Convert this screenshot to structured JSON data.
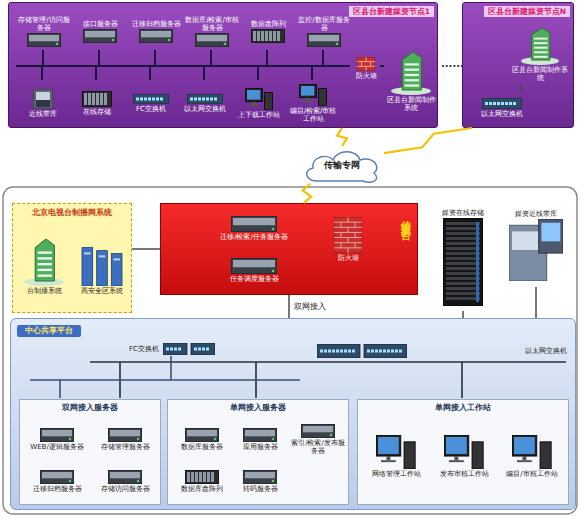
{
  "diagram": {
    "nodes": [
      {
        "text": [
          "区县台新建媒资节点1"
        ]
      },
      {
        "text": [
          "存储管理/访问服务器"
        ],
        "in": 0
      },
      {
        "text": [
          "接口服务器"
        ],
        "in": 0
      },
      {
        "text": [
          "迁移归档服务器"
        ],
        "in": 0
      },
      {
        "text": [
          "数据库/检索/审核服务器"
        ],
        "in": 0
      },
      {
        "text": [
          "数据盘阵列"
        ],
        "in": 0
      },
      {
        "text": [
          "监控/数据库服务器"
        ],
        "in": 0
      },
      {
        "text": [
          "防火墙"
        ],
        "in": 0
      },
      {
        "text": [
          "区县台新闻制作系统"
        ],
        "in": 0
      },
      {
        "text": [
          "近线带库"
        ],
        "in": 0
      },
      {
        "text": [
          "在线存储"
        ],
        "in": 0
      },
      {
        "text": [
          "FC交换机"
        ],
        "in": 0
      },
      {
        "text": [
          "以太网交换机"
        ],
        "in": 0
      },
      {
        "text": [
          "上下载工作站"
        ],
        "in": 0
      },
      {
        "text": [
          "编目/检索/审核工作站"
        ],
        "in": 0
      },
      {
        "text": [
          "区县台新建媒资节点N"
        ]
      },
      {
        "text": [
          "区县台新闻制作系统"
        ],
        "in": 15
      },
      {
        "text": [
          "以太网交换机"
        ],
        "in": 15
      },
      {
        "text": [
          "传输专网"
        ]
      },
      {
        "text": [
          "北京电视台制播网系统"
        ]
      },
      {
        "text": [
          "台制播系统"
        ],
        "in": 19
      },
      {
        "text": [
          "高安全区系统"
        ],
        "in": 19
      },
      {
        "text": [
          "传输交换平台"
        ]
      },
      {
        "text": [
          "迁移/检索/任务服务器"
        ],
        "in": 22
      },
      {
        "text": [
          "任务调度服务器"
        ],
        "in": 22
      },
      {
        "text": [
          "防火墙"
        ],
        "in": 22
      },
      {
        "text": [
          "媒资在线存储"
        ]
      },
      {
        "text": [
          "媒资近线带库"
        ]
      },
      {
        "text": [
          "中心共享平台"
        ]
      },
      {
        "text": [
          "FC交换机"
        ],
        "in": 28
      },
      {
        "text": [
          "以太网交换机"
        ],
        "in": 28
      },
      {
        "text": [
          "双网接入服务器"
        ],
        "in": 28
      },
      {
        "text": [
          "WEB/逻辑服务器"
        ],
        "in": 31
      },
      {
        "text": [
          "存储管理服务器"
        ],
        "in": 31
      },
      {
        "text": [
          "迁移归档服务器"
        ],
        "in": 31
      },
      {
        "text": [
          "存储访问服务器"
        ],
        "in": 31
      },
      {
        "text": [
          "单网接入服务器"
        ],
        "in": 28
      },
      {
        "text": [
          "数据库服务器"
        ],
        "in": 36
      },
      {
        "text": [
          "应用服务器"
        ],
        "in": 36
      },
      {
        "text": [
          "索引/检索/发布服务器"
        ],
        "in": 36
      },
      {
        "text": [
          "数据库盘阵列"
        ],
        "in": 36
      },
      {
        "text": [
          "转码服务器"
        ],
        "in": 36
      },
      {
        "text": [
          "单网接入工作站"
        ],
        "in": 28
      },
      {
        "text": [
          "网络管理工作站"
        ],
        "in": 42
      },
      {
        "text": [
          "发布审核工作站"
        ],
        "in": 42
      },
      {
        "text": [
          "编目/审核工作站"
        ],
        "in": 42
      }
    ],
    "edges": [
      {
        "from": 0,
        "to": 18,
        "arrow": "none"
      },
      {
        "from": 15,
        "to": 18,
        "arrow": "none"
      },
      {
        "from": 18,
        "to": 22,
        "arrow": "none"
      },
      {
        "from": 17,
        "to": 16,
        "arrow": "none"
      },
      {
        "from": 19,
        "to": 22,
        "arrow": "none"
      },
      {
        "from": 22,
        "to": 28,
        "label": "双网接入",
        "arrow": "none"
      },
      {
        "from": 26,
        "to": 28,
        "arrow": "none"
      },
      {
        "from": 27,
        "to": 28,
        "arrow": "none"
      }
    ],
    "labels": [
      "......"
    ]
  }
}
